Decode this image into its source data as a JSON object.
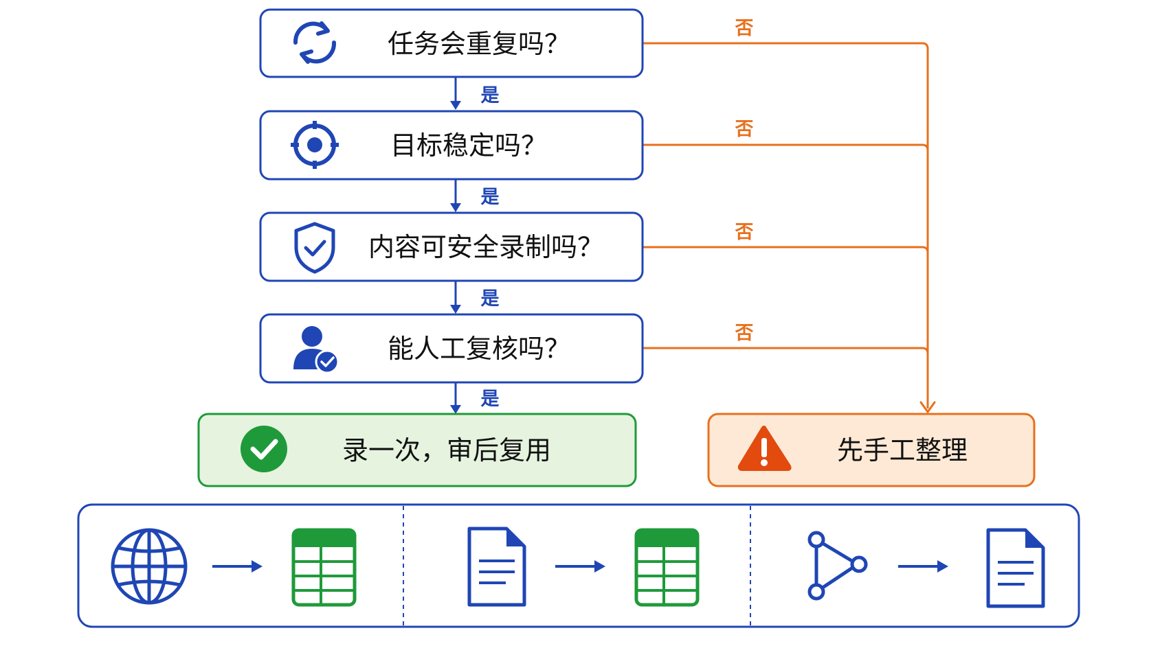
{
  "flow": {
    "questions": [
      {
        "text": "任务会重复吗？",
        "icon": "refresh-icon"
      },
      {
        "text": "目标稳定吗？",
        "icon": "target-icon"
      },
      {
        "text": "内容可安全录制吗？",
        "icon": "shield-check-icon"
      },
      {
        "text": "能人工复核吗？",
        "icon": "user-check-icon"
      }
    ],
    "yes_label": "是",
    "no_label": "否",
    "result_yes": {
      "text": "录一次，审后复用",
      "icon": "check-circle-icon"
    },
    "result_no": {
      "text": "先手工整理",
      "icon": "warning-icon"
    }
  },
  "examples": [
    {
      "from_icon": "globe-icon",
      "to_icon": "spreadsheet-icon"
    },
    {
      "from_icon": "document-icon",
      "to_icon": "spreadsheet-icon"
    },
    {
      "from_icon": "network-icon",
      "to_icon": "document-icon"
    }
  ],
  "colors": {
    "blue": "#1f46b4",
    "orange": "#e8701c",
    "green": "#1f9a3a",
    "green_fill": "#e5f3df",
    "orange_fill": "#fde9d5"
  }
}
